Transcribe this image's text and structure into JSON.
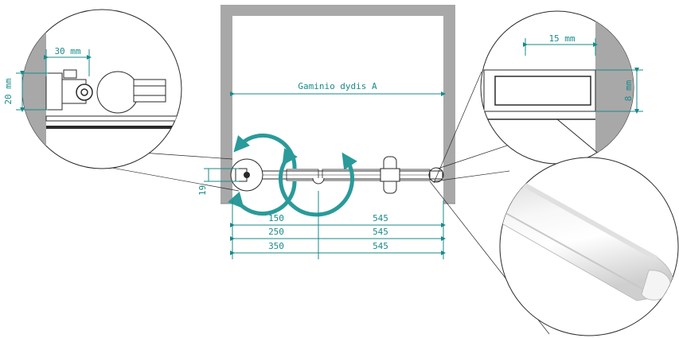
{
  "labels": {
    "opening_width": "Gaminio dydis A",
    "detail_left_width": "30 mm",
    "detail_left_height": "20 mm",
    "detail_right_width": "15 mm",
    "detail_right_height": "8 mm",
    "side_offset": "19"
  },
  "dimension_rows": [
    {
      "left": "150",
      "right": "545"
    },
    {
      "left": "250",
      "right": "545"
    },
    {
      "left": "350",
      "right": "545"
    }
  ],
  "colors": {
    "dimension": "#1a8a8a",
    "arrow": "#2a9a9a",
    "wall": "#a8a8a8",
    "background": "#ffffff"
  },
  "icons": [
    "rotate-arrow-icon",
    "door-handle-icon",
    "hinge-icon"
  ]
}
